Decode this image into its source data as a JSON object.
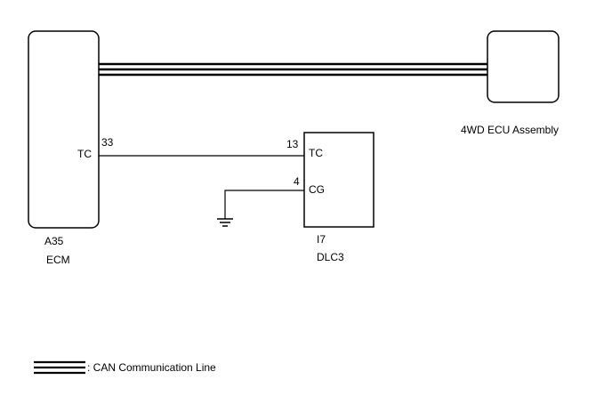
{
  "diagram": {
    "ecm": {
      "connector": "A35",
      "name": "ECM",
      "pin_label": "TC",
      "pin_number": "33"
    },
    "ecu_4wd": {
      "name": "4WD ECU Assembly"
    },
    "dlc3": {
      "connector": "I7",
      "name": "DLC3",
      "pin_tc_label": "TC",
      "pin_tc_number": "13",
      "pin_cg_label": "CG",
      "pin_cg_number": "4"
    },
    "legend": {
      "text": ": CAN Communication Line"
    }
  }
}
